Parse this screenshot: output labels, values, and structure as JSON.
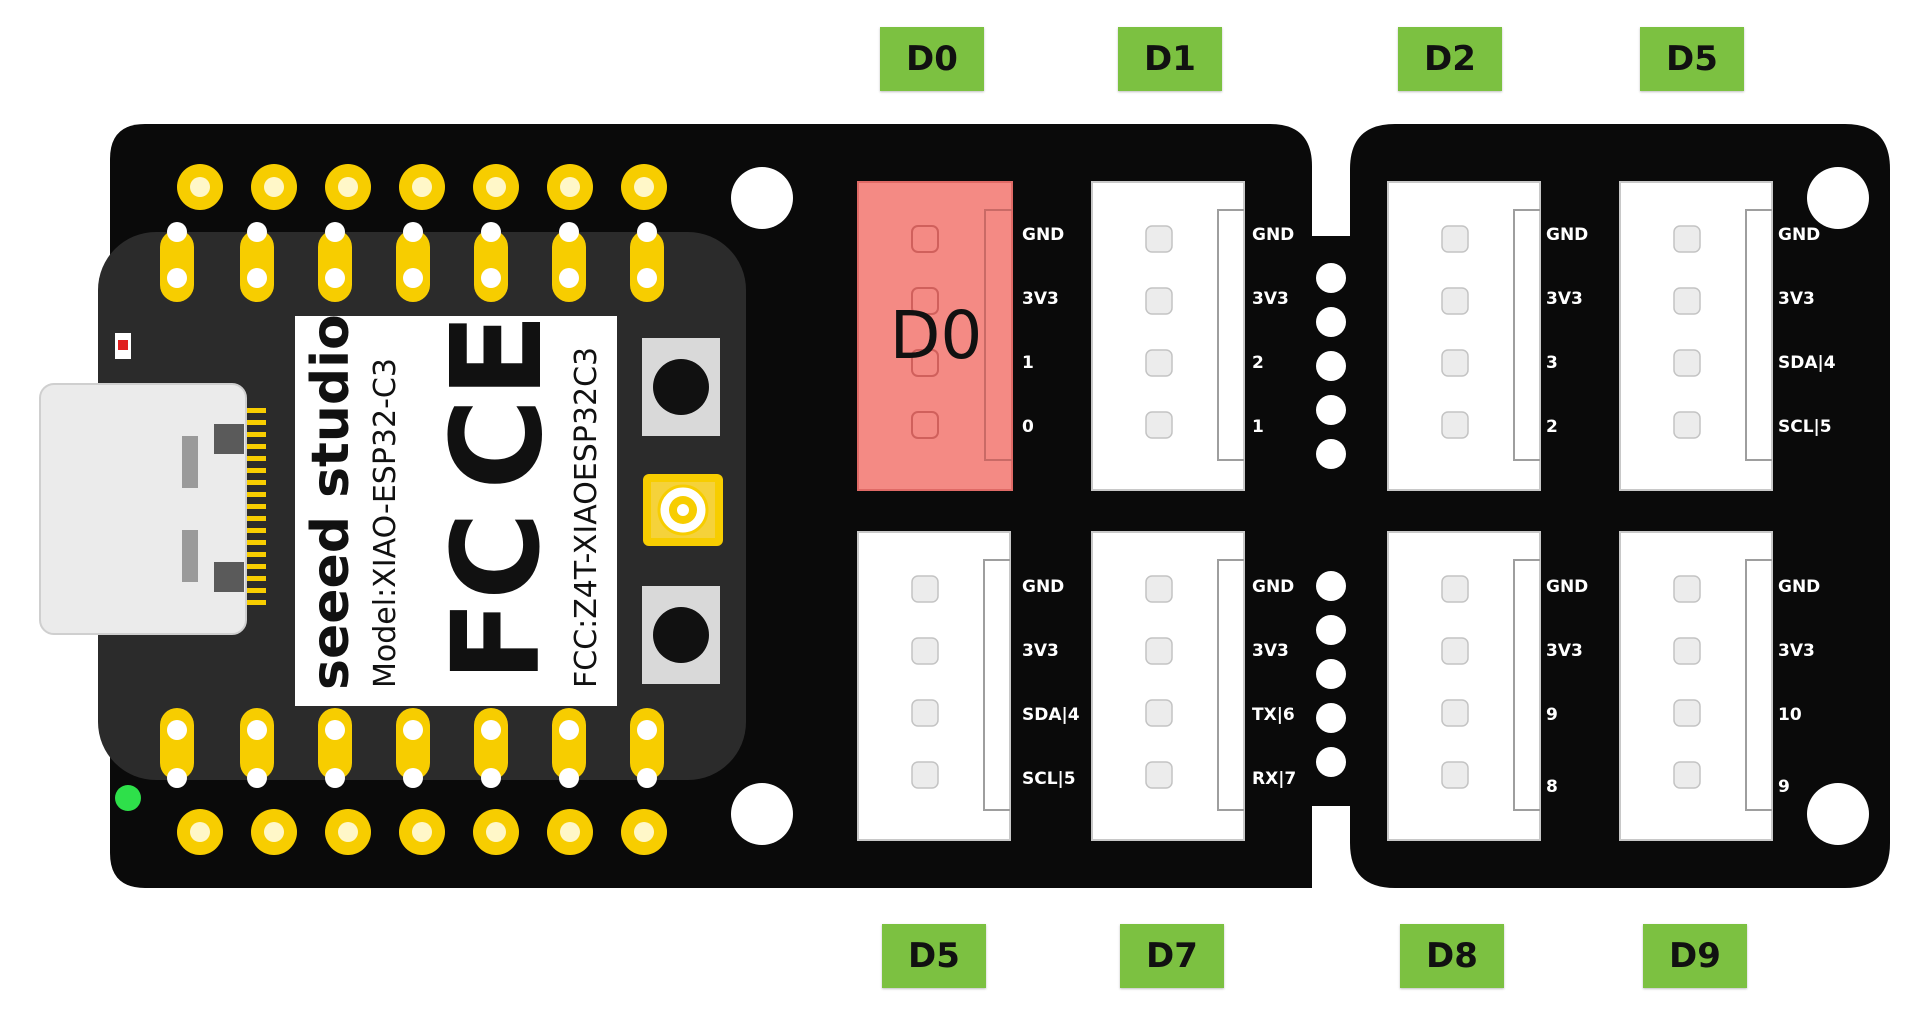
{
  "top_labels": [
    "D0",
    "D1",
    "D2",
    "D5"
  ],
  "bottom_labels": [
    "D5",
    "D7",
    "D8",
    "D9"
  ],
  "highlighted_connector": {
    "label": "D0",
    "color": "#f48a84"
  },
  "xiao_module": {
    "brand": "seeed studio",
    "model": "Model:XIAO-ESP32-C3",
    "fcc_mark": "FC",
    "ce_mark": "CE",
    "fcc_id": "FCC:Z4T-XIAOESP32C3"
  },
  "connectors": {
    "top_left_1": [
      "GND",
      "3V3",
      "1",
      "0"
    ],
    "top_left_2": [
      "GND",
      "3V3",
      "2",
      "1"
    ],
    "top_right_1": [
      "GND",
      "3V3",
      "3",
      "2"
    ],
    "top_right_2": [
      "GND",
      "3V3",
      "SDA|4",
      "SCL|5"
    ],
    "bottom_left_1": [
      "GND",
      "3V3",
      "SDA|4",
      "SCL|5"
    ],
    "bottom_left_2": [
      "GND",
      "3V3",
      "TX|6",
      "RX|7"
    ],
    "bottom_right_1": [
      "GND",
      "3V3",
      "9",
      "8"
    ],
    "bottom_right_2": [
      "GND",
      "3V3",
      "10",
      "9"
    ]
  },
  "colors": {
    "pcb": "#0a0a0a",
    "pad_gold": "#f7cd00",
    "label_green": "#7cc141",
    "connector_white": "#ffffff",
    "highlight_red": "#f48a84",
    "led_green": "#2ee04a",
    "led_red": "#e02020"
  }
}
